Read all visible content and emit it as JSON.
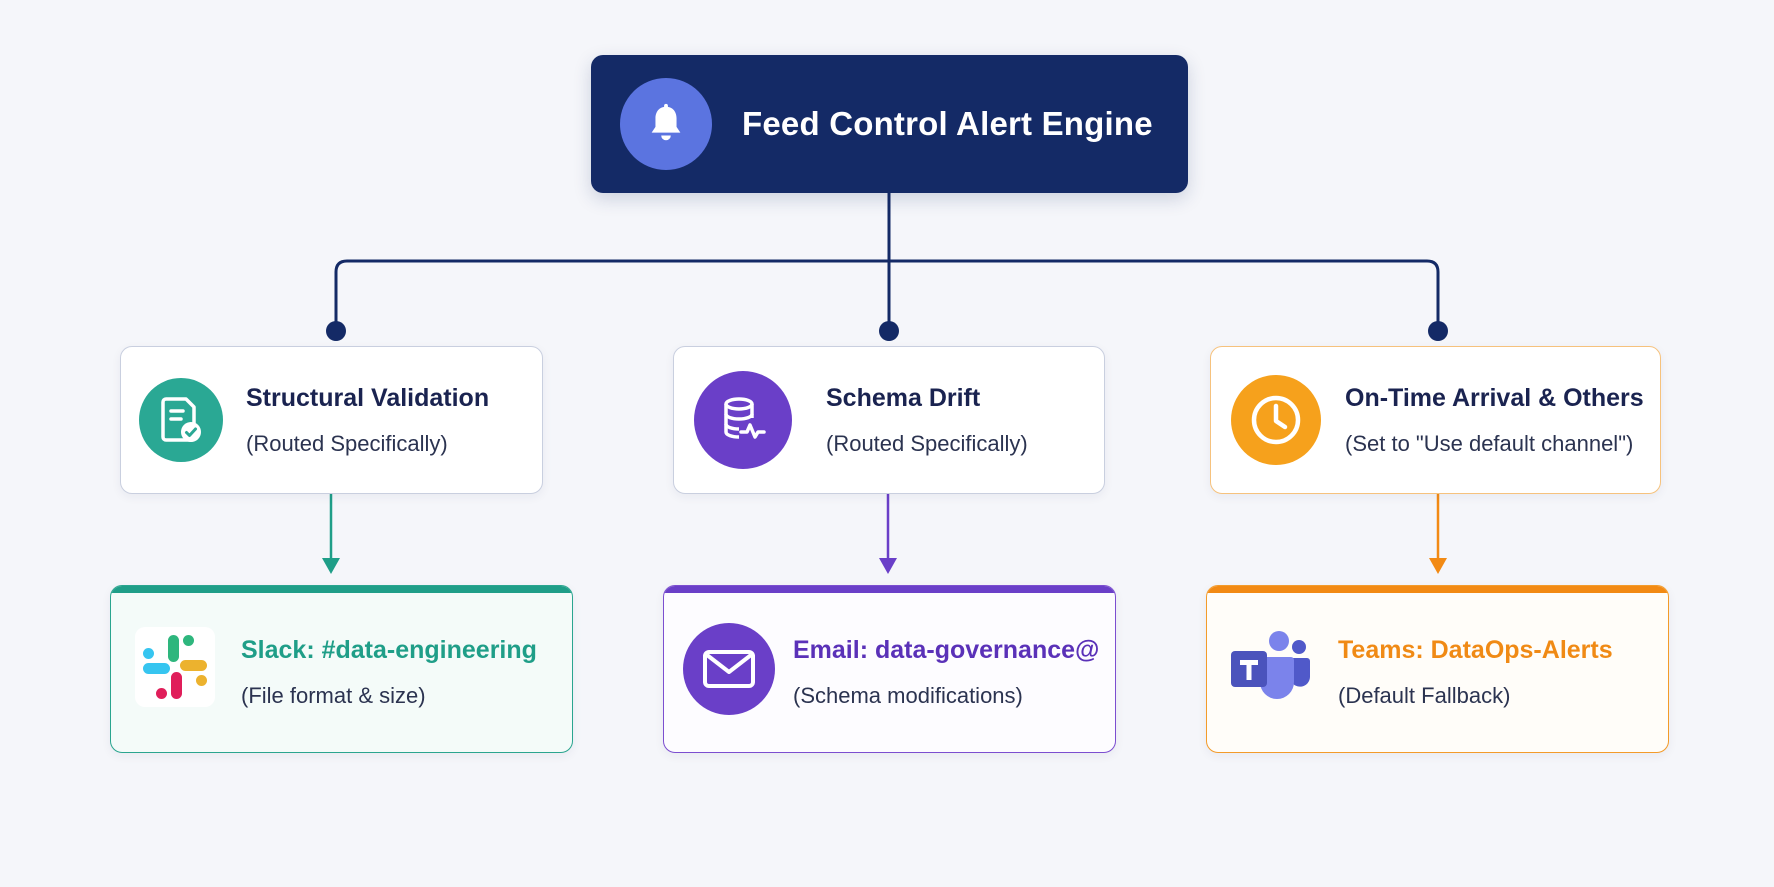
{
  "root": {
    "title": "Feed Control Alert Engine",
    "icon": "bell-icon",
    "bg_color": "#142a66",
    "icon_color": "#5b74e0"
  },
  "categories": [
    {
      "title": "Structural Validation",
      "subtitle": "(Routed Specifically)",
      "icon": "document-check-icon",
      "color": "#2aa894"
    },
    {
      "title": "Schema Drift",
      "subtitle": "(Routed Specifically)",
      "icon": "database-pulse-icon",
      "color": "#6a3fc8"
    },
    {
      "title": "On-Time Arrival & Others",
      "subtitle": "(Set to \"Use default channel\")",
      "icon": "clock-icon",
      "color": "#f6a11c"
    }
  ],
  "channels": [
    {
      "title": "Slack: #data-engineering",
      "subtitle": "(File format & size)",
      "icon": "slack-logo-icon",
      "color": "#1f9e88"
    },
    {
      "title": "Email: data-governance@",
      "subtitle": "(Schema modifications)",
      "icon": "envelope-icon",
      "color": "#6a3fc8"
    },
    {
      "title": "Teams: DataOps-Alerts",
      "subtitle": "(Default Fallback)",
      "icon": "teams-logo-icon",
      "color": "#f28a14"
    }
  ]
}
